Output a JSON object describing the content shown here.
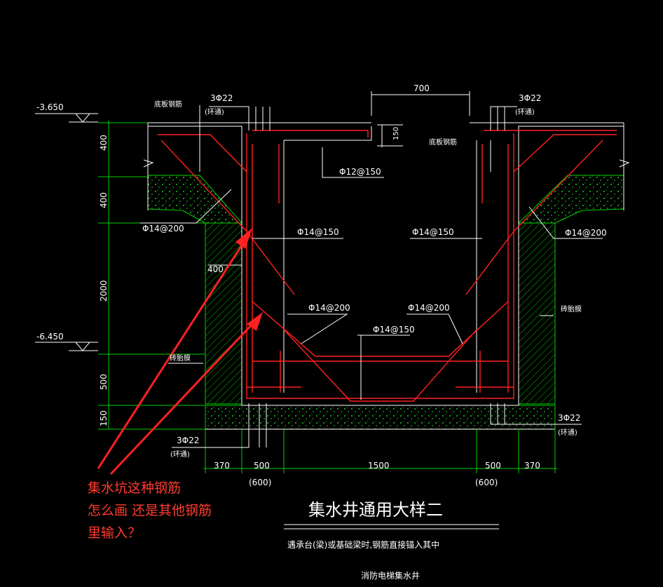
{
  "levels": {
    "top": "-3.650",
    "bottom": "-6.450"
  },
  "left_vertical_dims": [
    "400",
    "400",
    "2000",
    "500",
    "150"
  ],
  "bottom_dims": [
    "370",
    "500",
    "1500",
    "500",
    "370"
  ],
  "bottom_dims_sub": [
    "(600)",
    "(600)"
  ],
  "top_dim": "700",
  "small_dim": "150",
  "labels": {
    "bar_3phi22_left": "3Φ22",
    "ring_left": "(环通)",
    "bar_3phi22_right": "3Φ22",
    "ring_right": "(环通)",
    "bar_3phi22_br": "3Φ22",
    "ring_br": "(环通)",
    "bar_3phi22_bl": "3Φ22",
    "ring_bl": "(环通)",
    "slab_rebar_left": "底板钢筋",
    "slab_rebar_right": "底板钢筋",
    "phi12_150": "Φ12@150",
    "phi14_200_left": "Φ14@200",
    "phi14_150_left": "Φ14@150",
    "phi14_150_right": "Φ14@150",
    "phi14_200_right": "Φ14@200",
    "dim_400_inner": "400",
    "phi14_200_il": "Φ14@200",
    "phi14_200_ir": "Φ14@200",
    "phi14_150_bottom": "Φ14@150",
    "brick_right": "砖胎膜",
    "brick_left": "砖胎膜"
  },
  "title": "集水井通用大样二",
  "notes": {
    "line1": "遇承台(梁)或基础梁时,钢筋直接锚入其中",
    "line2": "消防电梯集水井"
  },
  "annotation": {
    "line1": "集水坑这种钢筋",
    "line2": "怎么画  还是其他钢筋",
    "line3": "里输入？"
  },
  "colors": {
    "rebar": "#ff2020",
    "concrete": "#00d000",
    "text": "#ffffff",
    "annotation": "#ff3b30"
  }
}
